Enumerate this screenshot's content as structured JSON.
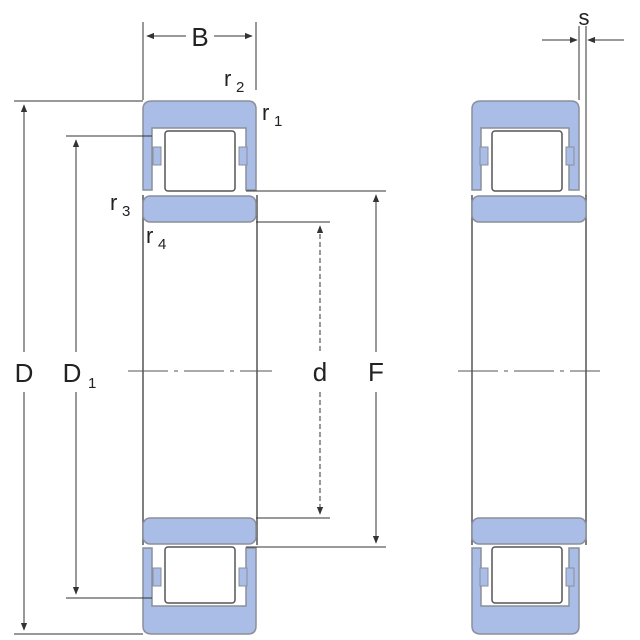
{
  "colors": {
    "ring_fill": "#a9bde6",
    "ring_stroke": "#8a8f9c",
    "roller_fill": "#ffffff",
    "line": "#333333",
    "background": "#ffffff"
  },
  "labels": {
    "B": "B",
    "D": "D",
    "D1_main": "D",
    "D1_sub": "1",
    "d": "d",
    "F": "F",
    "s": "s",
    "r1_main": "r",
    "r1_sub": "1",
    "r2_main": "r",
    "r2_sub": "2",
    "r3_main": "r",
    "r3_sub": "3",
    "r4_main": "r",
    "r4_sub": "4"
  }
}
